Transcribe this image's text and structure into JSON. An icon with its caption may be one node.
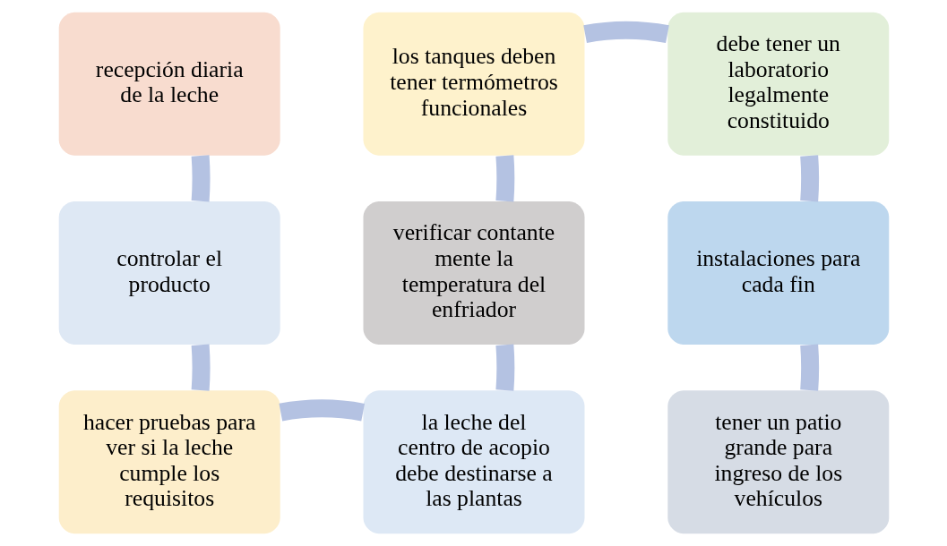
{
  "diagram": {
    "nodes": [
      {
        "text": [
          "recepción diaria de la leche"
        ]
      },
      {
        "text": [
          "controlar el producto"
        ]
      },
      {
        "text": [
          "hacer pruebas para ver si la leche cumple los requisitos"
        ]
      },
      {
        "text": [
          "la leche del centro de acopio debe destinarse a las plantas"
        ]
      },
      {
        "text": [
          "verificar contante mente la temperatura del enfriador"
        ]
      },
      {
        "text": [
          "los tanques deben tener termómetros funcionales"
        ]
      },
      {
        "text": [
          "debe tener un laboratorio legalmente constituido"
        ]
      },
      {
        "text": [
          "instalaciones para cada fin"
        ]
      },
      {
        "text": [
          "tener un patio grande para ingreso de los vehículos"
        ]
      }
    ],
    "edges": [
      {
        "from": 0,
        "to": 1,
        "arrow": "none"
      },
      {
        "from": 1,
        "to": 2,
        "arrow": "none"
      },
      {
        "from": 2,
        "to": 3,
        "arrow": "none"
      },
      {
        "from": 3,
        "to": 4,
        "arrow": "none"
      },
      {
        "from": 4,
        "to": 5,
        "arrow": "none"
      },
      {
        "from": 5,
        "to": 6,
        "arrow": "none"
      },
      {
        "from": 6,
        "to": 7,
        "arrow": "none"
      },
      {
        "from": 7,
        "to": 8,
        "arrow": "none"
      }
    ]
  }
}
